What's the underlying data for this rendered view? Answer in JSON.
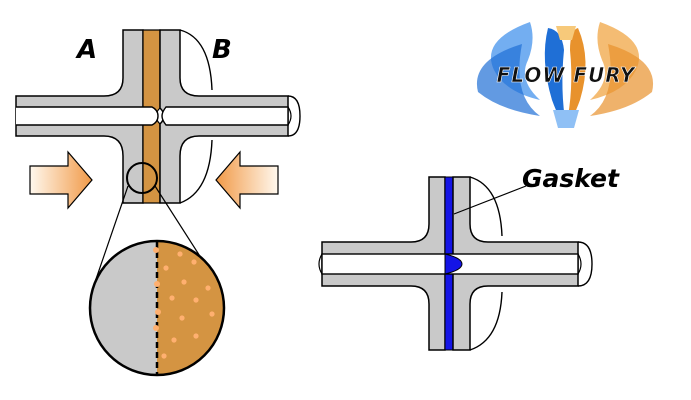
{
  "labels": {
    "side_a": "A",
    "side_b": "B",
    "gasket": "Gasket"
  },
  "logo": {
    "text": "FLOW FURY",
    "left_color": "#1f6fd6",
    "right_color": "#e8922c"
  },
  "colors": {
    "metal": "#c9c9c9",
    "outline": "#000000",
    "seal_material": "#d49442",
    "gasket": "#1414e6",
    "arrow_light": "#fff6ea",
    "arrow_dark": "#f0a050",
    "particle": "#ffb070"
  },
  "icons": {
    "arrow_left": "right-arrow-icon",
    "arrow_right": "left-arrow-icon",
    "logo": "flowfury-logo-icon"
  }
}
